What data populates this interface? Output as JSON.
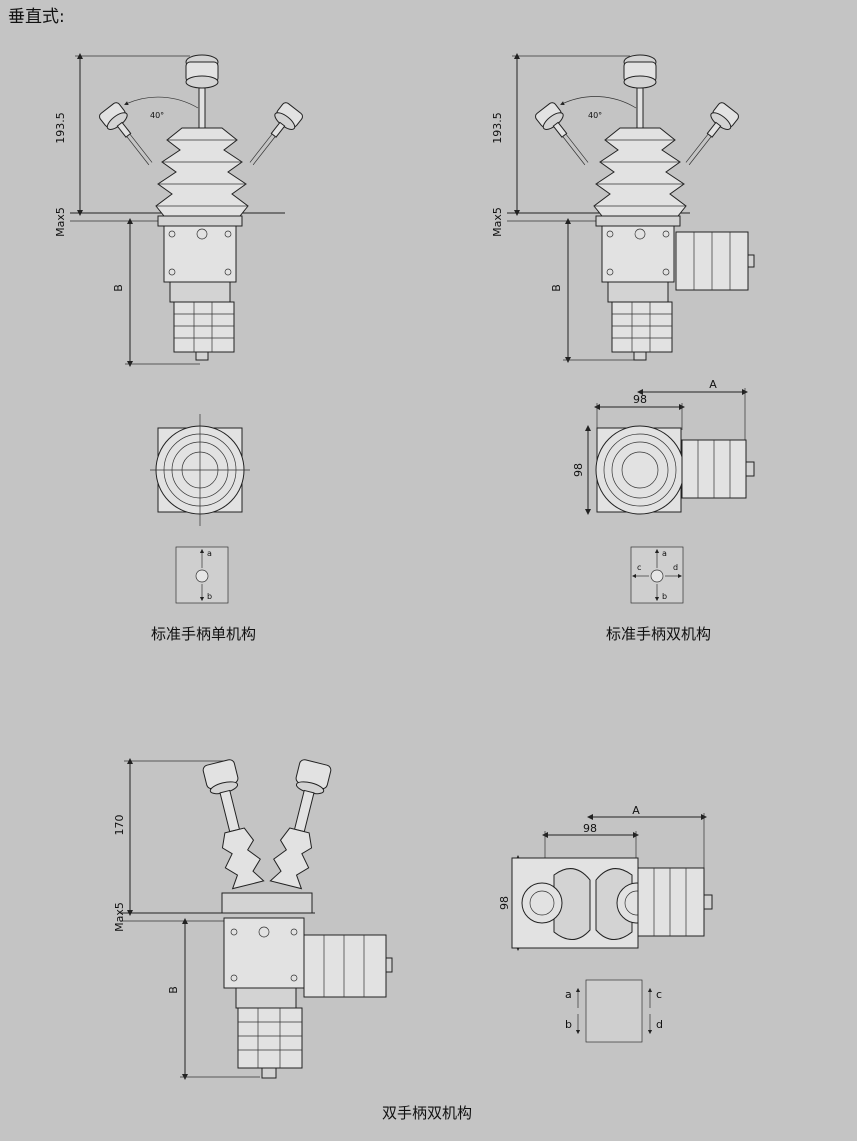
{
  "page_title": "垂直式:",
  "captions": {
    "single": "标准手柄单机构",
    "double": "标准手柄双机构",
    "dual_handle": "双手柄双机构"
  },
  "dims": {
    "height_standard": "193.5",
    "height_dual": "170",
    "max5": "Max5",
    "b": "B",
    "a": "A",
    "w98": "98",
    "angle": "40°"
  },
  "direction_labels": {
    "a": "a",
    "b": "b",
    "c": "c",
    "d": "d"
  },
  "colors": {
    "background": "#c4c4c4",
    "body_fill": "#e2e2e2",
    "line": "#222222"
  }
}
